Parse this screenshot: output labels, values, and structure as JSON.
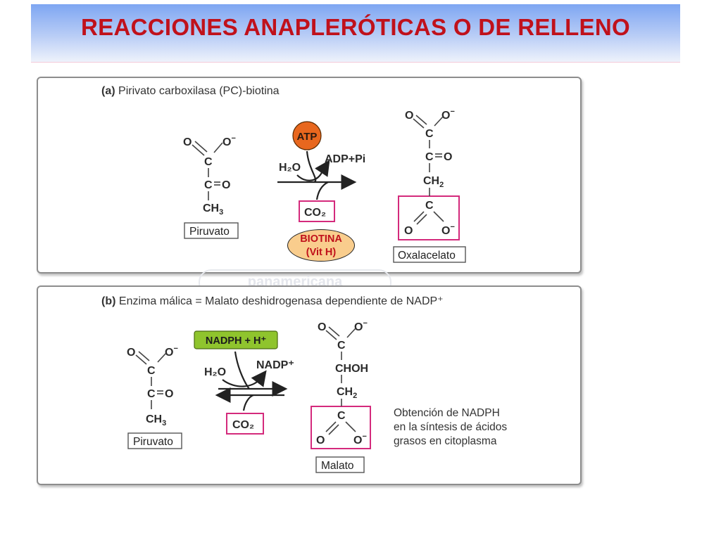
{
  "slide": {
    "title": "REACCIONES ANAPLERÓTICAS O DE RELLENO",
    "watermark": "panamericana"
  },
  "colors": {
    "title": "#c0111b",
    "title_bar_top": "#7ea6f2",
    "atp_circle": "#e8671e",
    "nadph_box": "#8fc42d",
    "pink_box": "#d42a7c",
    "biotina_fill": "#f9cd8d"
  },
  "panel_a": {
    "label_letter": "(a)",
    "label_text": "Pirivato carboxilasa (PC)-biotina",
    "substrate_label": "Piruvato",
    "product_label": "Oxalacelato",
    "cofactor": "ATP",
    "water": "H₂O",
    "byproduct": "ADP+Pi",
    "co2": "CO₂",
    "biotina_line1": "BIOTINA",
    "biotina_line2": "(Vit H)"
  },
  "panel_b": {
    "label_letter": "(b)",
    "label_text": "Enzima málica = Malato deshidrogenasa dependiente de NADP⁺",
    "substrate_label": "Piruvato",
    "product_label": "Malato",
    "cofactor": "NADPH + H⁺",
    "water": "H₂O",
    "byproduct": "NADP⁺",
    "co2": "CO₂",
    "note_line1": "Obtención de NADPH",
    "note_line2": "en la síntesis de ácidos",
    "note_line3": "grasos en citoplasma"
  }
}
